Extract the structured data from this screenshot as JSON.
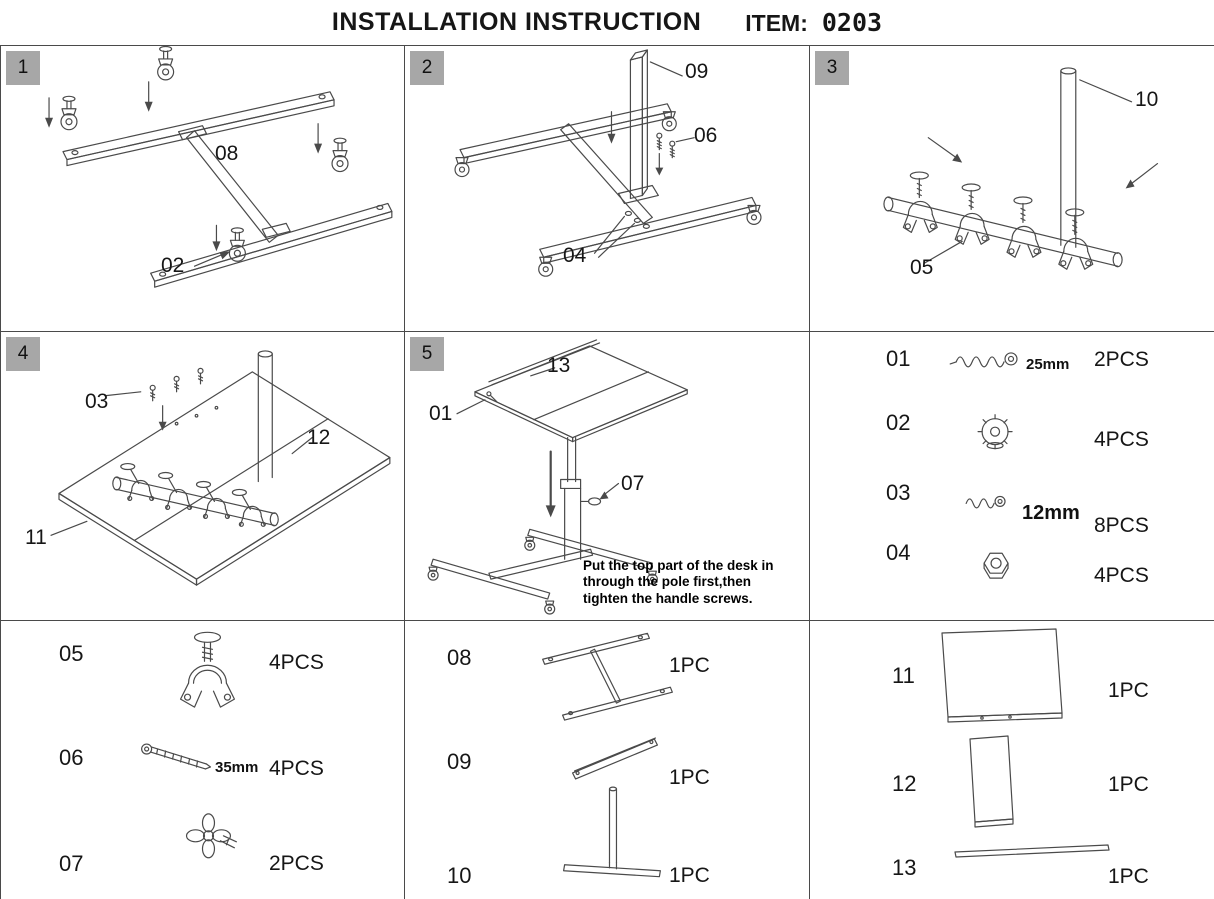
{
  "header": {
    "title": "INSTALLATION INSTRUCTION",
    "item_label": "ITEM:",
    "item_value": "0203"
  },
  "steps": [
    {
      "number": "1",
      "callouts": [
        "08",
        "02"
      ]
    },
    {
      "number": "2",
      "callouts": [
        "09",
        "06",
        "04"
      ]
    },
    {
      "number": "3",
      "callouts": [
        "10",
        "05"
      ]
    },
    {
      "number": "4",
      "callouts": [
        "03",
        "12",
        "11"
      ]
    },
    {
      "number": "5",
      "callouts": [
        "13",
        "01",
        "07"
      ],
      "note_lines": [
        "Put the top part of the desk in",
        "through the pole first,then",
        "tighten the handle screws."
      ]
    }
  ],
  "parts": [
    {
      "id": "01",
      "size": "25mm",
      "qty": "2PCS",
      "icon": "spring-screw"
    },
    {
      "id": "02",
      "qty": "4PCS",
      "icon": "knurled-nut"
    },
    {
      "id": "03",
      "size": "12mm",
      "qty": "8PCS",
      "icon": "short-screw"
    },
    {
      "id": "04",
      "qty": "4PCS",
      "icon": "hex-nut"
    },
    {
      "id": "05",
      "qty": "4PCS",
      "icon": "pole-clamp"
    },
    {
      "id": "06",
      "size": "35mm",
      "qty": "4PCS",
      "icon": "long-screw"
    },
    {
      "id": "07",
      "qty": "2PCS",
      "icon": "hand-knob"
    },
    {
      "id": "08",
      "qty": "1PC",
      "icon": "h-base-frame"
    },
    {
      "id": "09",
      "qty": "1PC",
      "icon": "support-bar"
    },
    {
      "id": "10",
      "qty": "1PC",
      "icon": "pole-with-foot"
    },
    {
      "id": "11",
      "qty": "1PC",
      "icon": "large-desktop-panel"
    },
    {
      "id": "12",
      "qty": "1PC",
      "icon": "small-desktop-panel"
    },
    {
      "id": "13",
      "qty": "1PC",
      "icon": "edge-stop-rod"
    }
  ],
  "colors": {
    "badge": "#a7a7a7",
    "line_art": "#4a4a4a",
    "background": "#ffffff",
    "text": "#161616"
  }
}
